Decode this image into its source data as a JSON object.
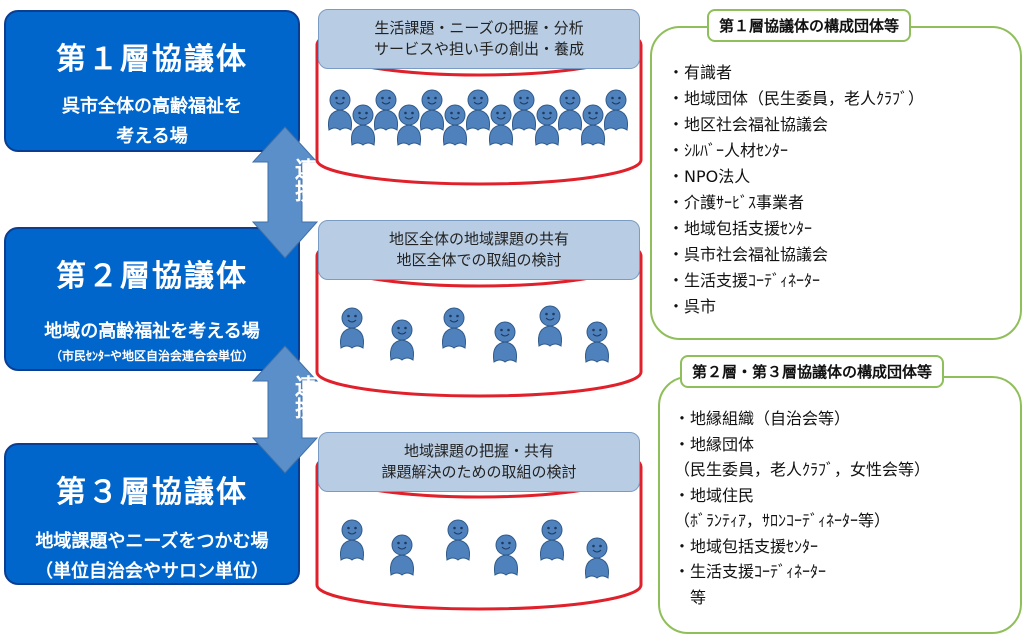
{
  "layers": [
    {
      "title": "第１層協議体",
      "desc_lines": [
        "呉市全体の高齢福祉を",
        "考える場"
      ],
      "sub": ""
    },
    {
      "title": "第２層協議体",
      "desc_lines": [
        "地域の高齢福祉を考える場"
      ],
      "sub": "（市民ｾﾝﾀｰや地区自治会連合会単位）"
    },
    {
      "title": "第３層協議体",
      "desc_lines": [
        "地域課題やニーズをつかむ場",
        "（単位自治会やサロン単位）"
      ],
      "sub": ""
    }
  ],
  "links": [
    "連携",
    "連携"
  ],
  "cylinders": [
    {
      "lines": [
        "生活課題・ニーズの把握・分析",
        "サービスや担い手の創出・養成"
      ]
    },
    {
      "lines": [
        "地区全体の地域課題の共有",
        "地区全体での取組の検討"
      ]
    },
    {
      "lines": [
        "地域課題の把握・共有",
        "課題解決のための取組の検討"
      ]
    }
  ],
  "panel1": {
    "title": "第１層協議体の構成団体等",
    "items": [
      "・有識者",
      "・地域団体（民生委員，老人ｸﾗﾌﾞ）",
      "・地区社会福祉協議会",
      "・ｼﾙﾊﾞｰ人材ｾﾝﾀｰ",
      "・NPO法人",
      "・介護ｻｰﾋﾞｽ事業者",
      "・地域包括支援ｾﾝﾀｰ",
      "・呉市社会福祉協議会",
      "・生活支援ｺｰﾃﾞｨﾈｰﾀｰ",
      "・呉市"
    ]
  },
  "panel2": {
    "title": "第２層・第３層協議体の構成団体等",
    "items": [
      "・地縁組織（自治会等）",
      "・地縁団体",
      "（民生委員，老人ｸﾗﾌﾞ，女性会等）",
      "・地域住民",
      "（ﾎﾞﾗﾝﾃｨｱ，ｻﾛﾝｺｰﾃﾞｨﾈｰﾀｰ等）",
      "・地域包括支援ｾﾝﾀｰ",
      "・生活支援ｺｰﾃﾞｨﾈｰﾀｰ",
      "　等"
    ]
  },
  "colors": {
    "layer_fill": "#0066cc",
    "cylinder_edge": "#e0202a",
    "banner_fill": "#b8cde4",
    "person": "#4f81bd",
    "panel_border": "#8fbf5a",
    "arrow": "#5b8fc9"
  }
}
